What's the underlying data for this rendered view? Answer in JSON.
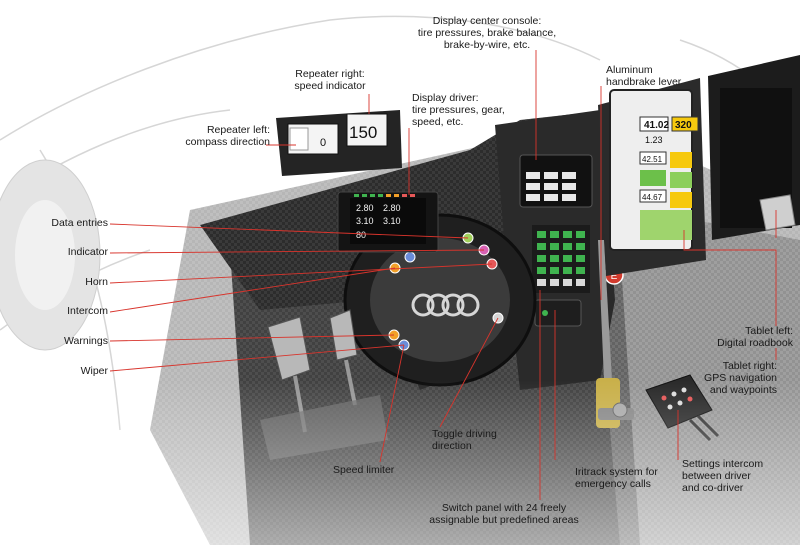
{
  "labels": {
    "display_center": [
      "Display center console:",
      "tire pressures, brake balance,",
      "brake-by-wire, etc."
    ],
    "repeater_right": [
      "Repeater right:",
      "speed indicator"
    ],
    "repeater_left": [
      "Repeater left:",
      "compass direction"
    ],
    "display_driver": [
      "Display driver:",
      "tire pressures, gear,",
      "speed, etc."
    ],
    "handbrake": [
      "Aluminum",
      "handbrake lever"
    ],
    "data_entries": "Data entries",
    "indicator": "Indicator",
    "horn": "Horn",
    "intercom": "Intercom",
    "warnings": "Warnings",
    "wiper": "Wiper",
    "tablet_left": [
      "Tablet left:",
      "Digital roadbook"
    ],
    "tablet_right": [
      "Tablet right:",
      "GPS navigation",
      "and waypoints"
    ],
    "toggle": [
      "Toggle driving",
      "direction"
    ],
    "speed_limiter": "Speed limiter",
    "iritrack": [
      "Iritrack system for",
      "emergency calls"
    ],
    "settings_intercom": [
      "Settings intercom",
      "between driver",
      "and co-driver"
    ],
    "switch_panel": [
      "Switch panel with 24 freely",
      "assignable but predefined areas"
    ]
  },
  "displays": {
    "repeater_right_value": "150",
    "repeater_left_value": "0",
    "driver_values": [
      "2.80",
      "2.80",
      "3.10",
      "3.10",
      "80"
    ],
    "tablet_values": [
      "41.02",
      "320",
      "1.23",
      "42.51",
      "44.67"
    ],
    "console_e": "E"
  },
  "colors": {
    "leader": "#d8342c",
    "text": "#1a1a1a"
  }
}
